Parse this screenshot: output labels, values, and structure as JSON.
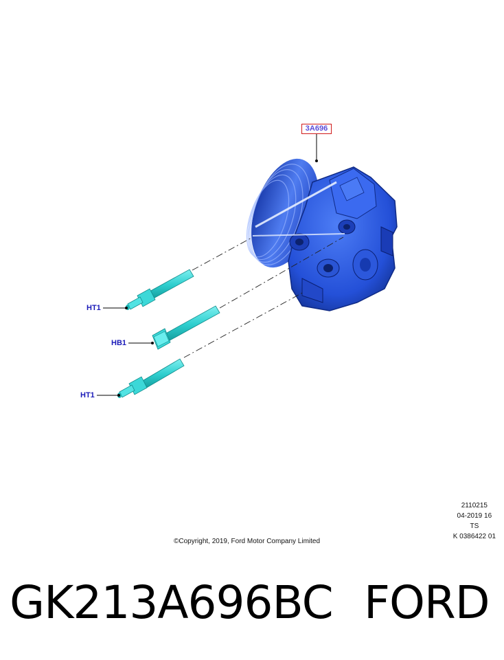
{
  "callouts": {
    "main_part": "3A696",
    "bolt_top": "HT1",
    "bolt_middle": "HB1",
    "bolt_bottom": "HT1"
  },
  "meta": {
    "line1": "2110215",
    "line2": "04-2019 16",
    "line3": "TS",
    "line4": "K 0386422 01"
  },
  "copyright": "©Copyright, 2019, Ford Motor Company Limited",
  "footer": {
    "part_number": "GK213A696BC",
    "brand": "FORD"
  },
  "colors": {
    "pump": "#2a5be8",
    "bolts": "#39d6d6",
    "callout_text": "#1a1ab8",
    "callout_box": "#d01a1a"
  }
}
